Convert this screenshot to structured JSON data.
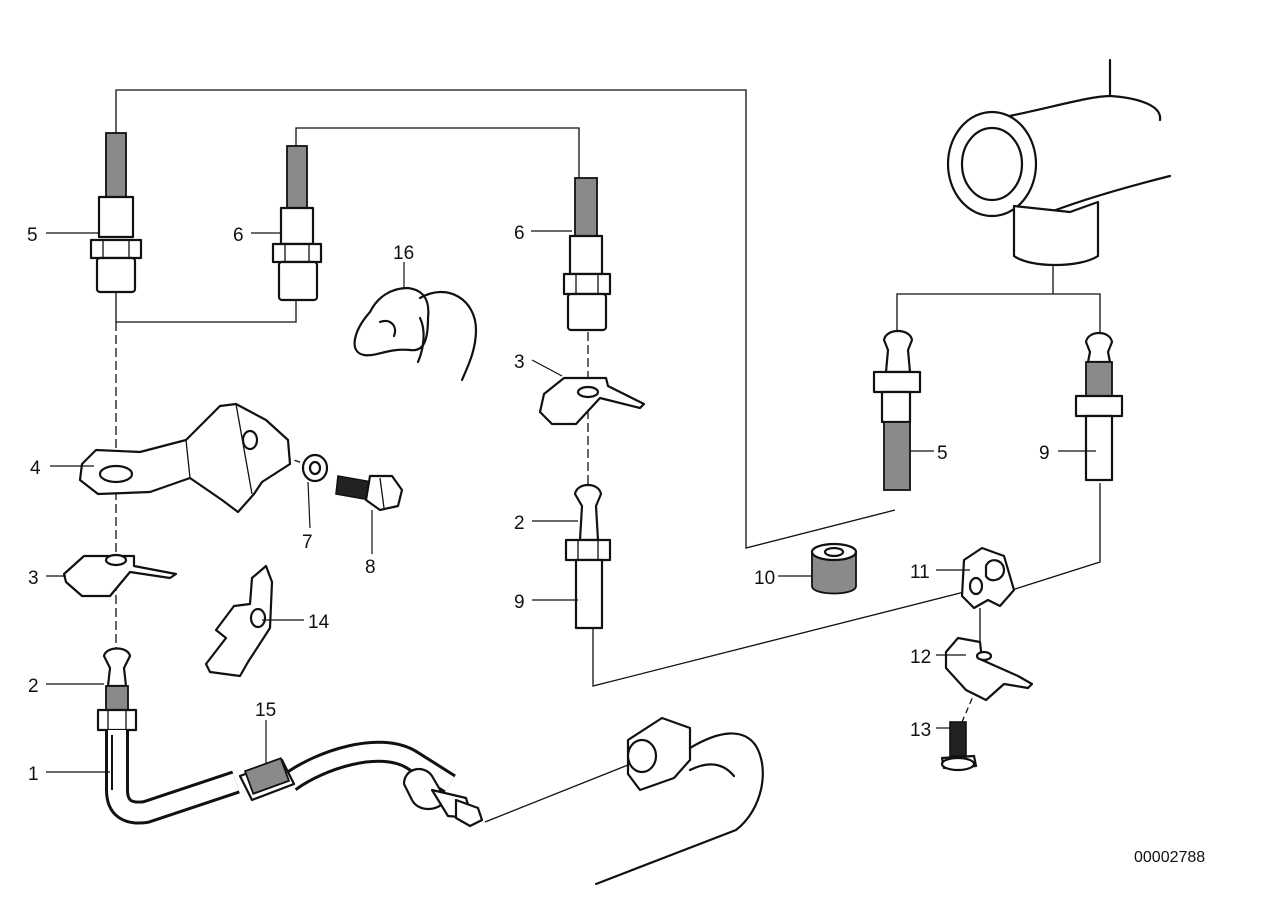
{
  "diagram_code": "00002788",
  "labels": {
    "l1": "1",
    "l2a": "2",
    "l2b": "2",
    "l3a": "3",
    "l3b": "3",
    "l4": "4",
    "l5a": "5",
    "l5b": "5",
    "l6a": "6",
    "l6b": "6",
    "l7": "7",
    "l8": "8",
    "l9a": "9",
    "l9b": "9",
    "l10": "10",
    "l11": "11",
    "l12": "12",
    "l13": "13",
    "l14": "14",
    "l15": "15",
    "l16": "16"
  }
}
